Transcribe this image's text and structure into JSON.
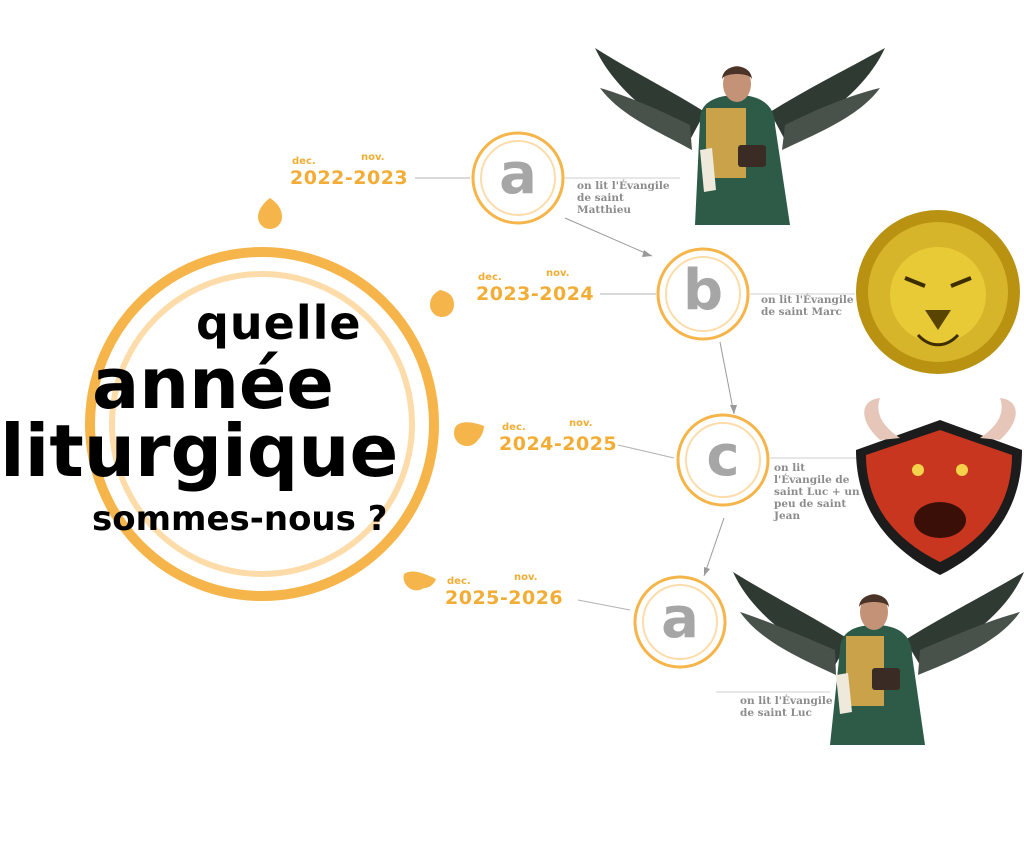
{
  "title": {
    "line1": "quelle",
    "line2": "année",
    "line3": "liturgique",
    "line4": "sommes-nous ?"
  },
  "years": [
    {
      "start_month": "dec.",
      "end_month": "nov.",
      "years": "2022-2023",
      "cycle": "a",
      "gospel": "on lit l'Évangile de saint Matthieu"
    },
    {
      "start_month": "dec.",
      "end_month": "nov.",
      "years": "2023-2024",
      "cycle": "b",
      "gospel": "on lit l'Évangile de saint Marc"
    },
    {
      "start_month": "dec.",
      "end_month": "nov.",
      "years": "2024-2025",
      "cycle": "c",
      "gospel": "on lit l'Évangile de saint Luc + un peu de saint Jean"
    },
    {
      "start_month": "dec.",
      "end_month": "nov.",
      "years": "2025-2026",
      "cycle": "a",
      "gospel": "on lit l'Évangile de saint Luc"
    }
  ],
  "colors": {
    "accent": "#f1ad35",
    "accent_light": "#fbd9a1",
    "letter": "#a6a6a6",
    "line": "#b3b3b3"
  },
  "icons": [
    "angel-icon",
    "lion-icon",
    "bull-icon",
    "angel-icon"
  ]
}
